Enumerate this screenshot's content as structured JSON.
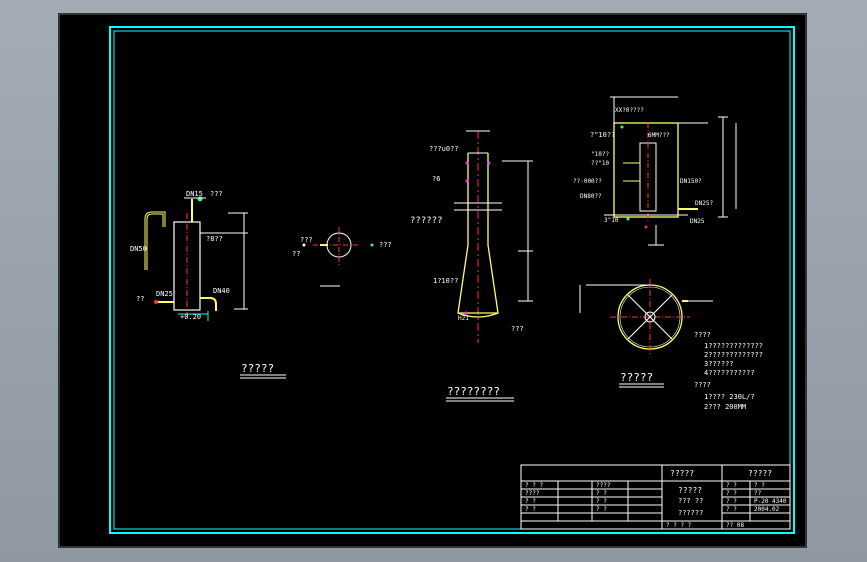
{
  "colors": {
    "border": "#00ffff",
    "white": "#ffffff",
    "yellow": "#ffff66",
    "green": "#33ff66",
    "red": "#ff3333",
    "magenta": "#ff33ff"
  },
  "view1": {
    "title": "?????",
    "label_top": "DN15",
    "label_top2": "???",
    "label_side": "?8??",
    "label_left": "DN50",
    "label_dn25": "DN25",
    "label_dn40": "DN40",
    "label_q": "??",
    "label_elev": "+0.20"
  },
  "view2": {
    "label_left": "???",
    "label_left2": "??",
    "label_right": "???"
  },
  "view3": {
    "title": "????????",
    "label_top": "???u0??",
    "label_3": "?6",
    "label_mid": "??????",
    "label_low": "1?10??",
    "label_h21": "H21",
    "label_bottom": "???"
  },
  "view4": {
    "title": "?????",
    "label_top": "XX?0????",
    "label_a": "?\"10??",
    "label_b": "\"10??",
    "label_c": "??\"10",
    "label_d": "??·000??",
    "label_e": "DN80??",
    "label_f": "3\"10",
    "label_g": "DN150?",
    "label_h": "DN25?",
    "label_i": "DN25",
    "label_j": "6MM???"
  },
  "notes": {
    "head1": "????",
    "lines1": [
      "1?????????????",
      "2?????????????",
      "3??????",
      "4???????????"
    ],
    "head2": "????",
    "lines2": [
      "1????   230L/?",
      "2??? 200MM"
    ]
  },
  "title_block": {
    "title1": "?????",
    "title2": "?????",
    "center1": "?????",
    "center2": "???   ??",
    "center3": "??????",
    "left_rows": [
      [
        "? ? ?",
        "????"
      ],
      [
        "????",
        "? ?"
      ],
      [
        "? ?",
        "? ?"
      ],
      [
        "? ?",
        "? ?"
      ]
    ],
    "right_rows": [
      [
        "? ?",
        "? ?"
      ],
      [
        "? ?",
        "??"
      ],
      [
        "? ?",
        "P-20 4340"
      ],
      [
        "? ?",
        "2004.02"
      ]
    ],
    "bottom": "?   ?   ?   ?",
    "bottom_right": "?? 08"
  }
}
